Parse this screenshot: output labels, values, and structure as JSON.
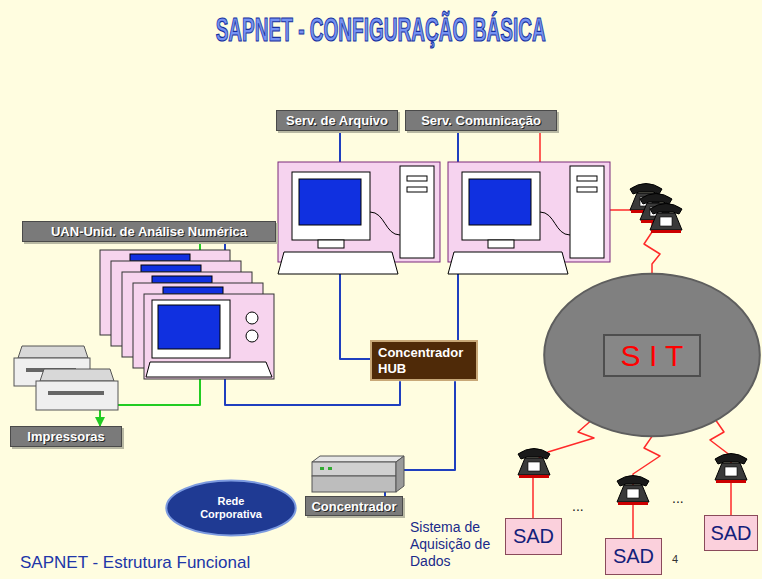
{
  "diagram": {
    "title": "SAPNET - CONFIGURAÇÃO BÁSICA",
    "caption": "SAPNET - Estrutura Funcional",
    "nodes": [
      {
        "text": [
          "Serv. de Arquivo"
        ]
      },
      {
        "text": [
          "Serv. Comunicação"
        ]
      },
      {
        "text": [
          "UAN-Unid. de Análise Numérica"
        ]
      },
      {
        "text": [
          "Concentrador HUB"
        ]
      },
      {
        "text": [
          "S I T"
        ]
      },
      {
        "text": [
          "Impressoras"
        ]
      },
      {
        "text": [
          "Rede Corporativa"
        ]
      },
      {
        "text": [
          "Concentrador"
        ]
      },
      {
        "text": [
          "SAD"
        ]
      },
      {
        "text": [
          "SAD"
        ]
      },
      {
        "text": [
          "SAD"
        ]
      }
    ],
    "edges": [
      {
        "from": 0,
        "to": 3,
        "arrow": "none"
      },
      {
        "from": 1,
        "to": 3,
        "arrow": "none"
      },
      {
        "from": 2,
        "to": 3,
        "arrow": "none"
      },
      {
        "from": 2,
        "to": 5,
        "arrow": "to"
      },
      {
        "from": 3,
        "to": 7,
        "arrow": "none"
      },
      {
        "from": 1,
        "to": 4,
        "arrow": "none"
      },
      {
        "from": 4,
        "to": 8,
        "arrow": "none"
      },
      {
        "from": 4,
        "to": 9,
        "arrow": "none"
      },
      {
        "from": 4,
        "to": 10,
        "arrow": "none"
      }
    ],
    "labels": [
      "Sistema de Aquisição de Dados",
      "...",
      "...",
      "4"
    ]
  }
}
